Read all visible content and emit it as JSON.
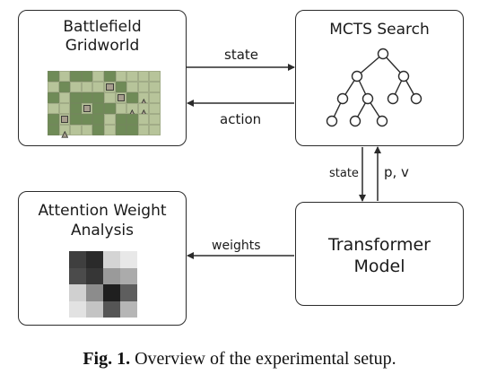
{
  "nodes": {
    "gridworld": {
      "line1": "Battlefield",
      "line2": "Gridworld"
    },
    "mcts": {
      "title": "MCTS Search"
    },
    "transformer": {
      "line1": "Transformer",
      "line2": "Model"
    },
    "attention": {
      "line1": "Attention Weight",
      "line2": "Analysis"
    }
  },
  "edges": {
    "grid_to_mcts": "state",
    "mcts_to_grid": "action",
    "transformer_to_mcts_state": "state",
    "mcts_to_transformer_pv": "p, v",
    "transformer_to_attention": "weights"
  },
  "caption": {
    "label": "Fig. 1.",
    "text": " Overview of the experimental setup."
  },
  "colors": {
    "stroke": "#2b2b2b",
    "grid_light": "#b7c49a",
    "grid_dark": "#6f8b57"
  },
  "gridworld_cells": [
    "dlddldlll",
    "ldlllsdll",
    "dldddlsdt",
    "lldsddlttl",
    "dsdddlddl",
    "dtlldlddl"
  ],
  "heatmap": [
    [
      "#3f3f3f",
      "#2a2a2a",
      "#d4d4d4",
      "#e8e8e8"
    ],
    [
      "#4b4b4b",
      "#363636",
      "#9a9a9a",
      "#ababab"
    ],
    [
      "#d0d0d0",
      "#8c8c8c",
      "#1f1f1f",
      "#5e5e5e"
    ],
    [
      "#e2e2e2",
      "#c4c4c4",
      "#555555",
      "#b6b6b6"
    ]
  ]
}
